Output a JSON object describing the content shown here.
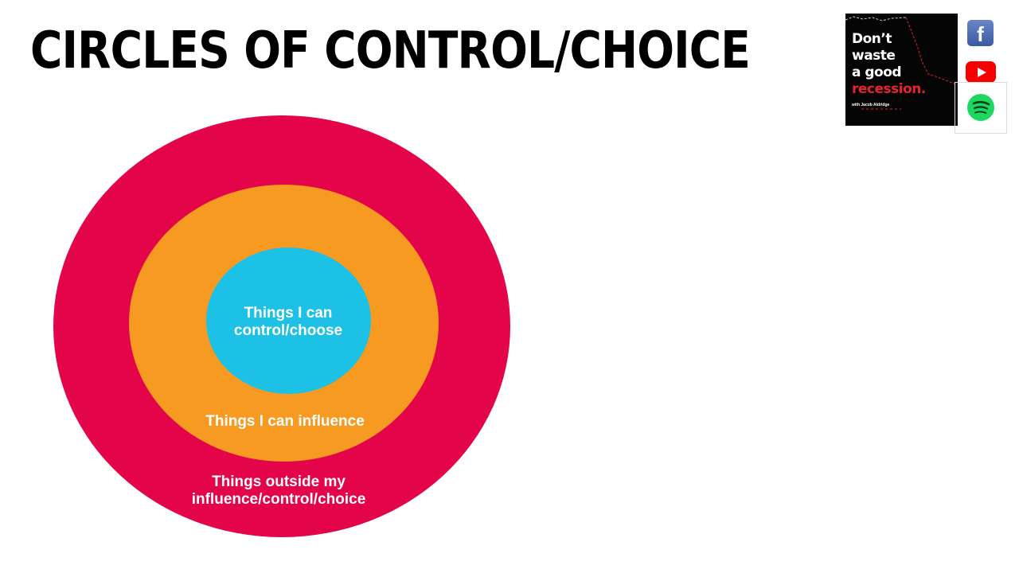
{
  "slide": {
    "title": "CIRCLES OF CONTROL/CHOICE"
  },
  "diagram": {
    "type": "concentric-circles",
    "rings": [
      {
        "id": "outer",
        "label_line1": "Things outside my",
        "label_line2": "influence/control/choice",
        "color": "#e4044a"
      },
      {
        "id": "middle",
        "label": "Things I can influence",
        "color": "#f79a21"
      },
      {
        "id": "inner",
        "label_line1": "Things I can",
        "label_line2": "control/choose",
        "color": "#1ec1e6"
      }
    ]
  },
  "podcast": {
    "line1": "Don’t",
    "line2": "waste",
    "line3": "a good",
    "line4": "recession.",
    "byline": "with Jacob Aldridge",
    "accent_color": "#e62230"
  },
  "social": {
    "facebook": "f",
    "youtube": "youtube-icon",
    "spotify": "spotify-icon"
  }
}
